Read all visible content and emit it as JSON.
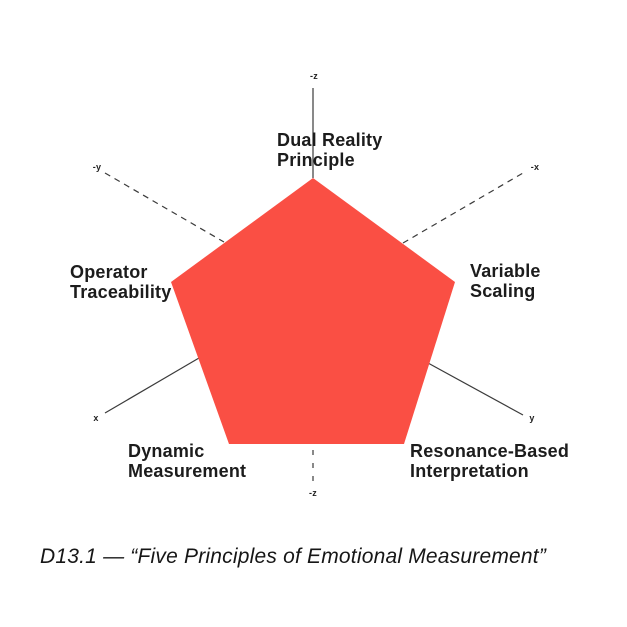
{
  "diagram": {
    "pentagon_color": "#fa4f44",
    "axis_labels": {
      "top": "-z",
      "bottom": "-z",
      "upper_left": "-y",
      "upper_right": "-x",
      "lower_left": "x",
      "lower_right": "y"
    },
    "principles": [
      {
        "position": "top",
        "line1": "Dual Reality",
        "line2": "Principle"
      },
      {
        "position": "right",
        "line1": "Variable",
        "line2": "Scaling"
      },
      {
        "position": "lower-right",
        "line1": "Resonance-Based",
        "line2": "Interpretation"
      },
      {
        "position": "lower-left",
        "line1": "Dynamic",
        "line2": "Measurement"
      },
      {
        "position": "left",
        "line1": "Operator",
        "line2": "Traceability"
      }
    ]
  },
  "caption": {
    "text": "D13.1 — “Five Principles of Emotional Measurement”"
  }
}
